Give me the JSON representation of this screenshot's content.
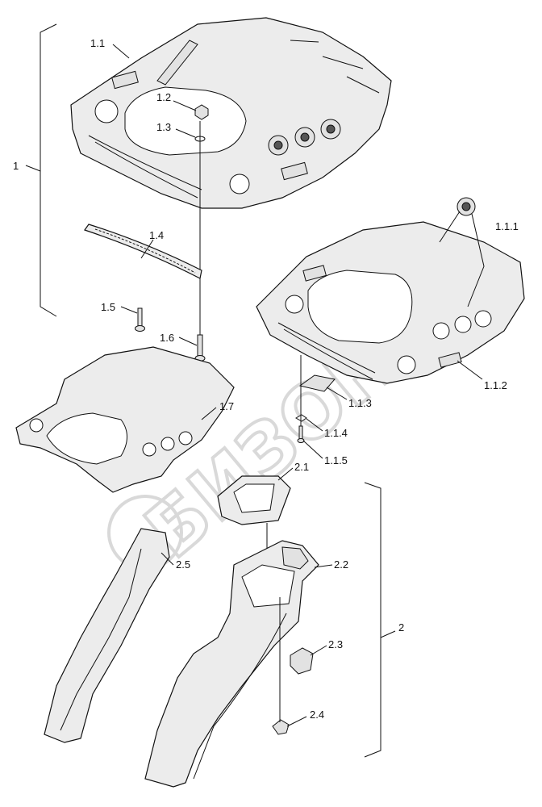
{
  "watermark": "БИЗОН",
  "labels": {
    "l1": "1",
    "l1_1": "1.1",
    "l1_2": "1.2",
    "l1_3": "1.3",
    "l1_4": "1.4",
    "l1_5": "1.5",
    "l1_6": "1.6",
    "l1_7": "1.7",
    "l1_1_1": "1.1.1",
    "l1_1_2": "1.1.2",
    "l1_1_3": "1.1.3",
    "l1_1_4": "1.1.4",
    "l1_1_5": "1.1.5",
    "l2": "2",
    "l2_1": "2.1",
    "l2_2": "2.2",
    "l2_3": "2.3",
    "l2_4": "2.4",
    "l2_5": "2.5"
  }
}
